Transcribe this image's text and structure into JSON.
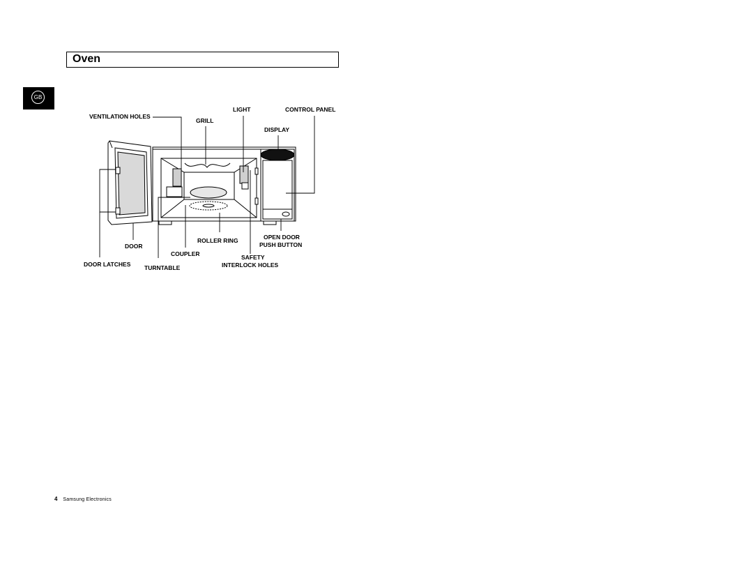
{
  "header": {
    "title": "Oven"
  },
  "language_tab": {
    "code": "GB"
  },
  "diagram": {
    "labels": {
      "ventilation_holes": "VENTILATION HOLES",
      "grill": "GRILL",
      "light": "LIGHT",
      "control_panel": "CONTROL PANEL",
      "display": "DISPLAY",
      "door": "DOOR",
      "door_latches": "DOOR LATCHES",
      "turntable": "TURNTABLE",
      "coupler": "COUPLER",
      "roller_ring": "ROLLER RING",
      "safety": "SAFETY",
      "interlock_holes": "INTERLOCK HOLES",
      "open_door": "OPEN DOOR",
      "push_button": "PUSH BUTTON"
    }
  },
  "footer": {
    "page_number": "4",
    "brand": "Samsung Electronics"
  }
}
